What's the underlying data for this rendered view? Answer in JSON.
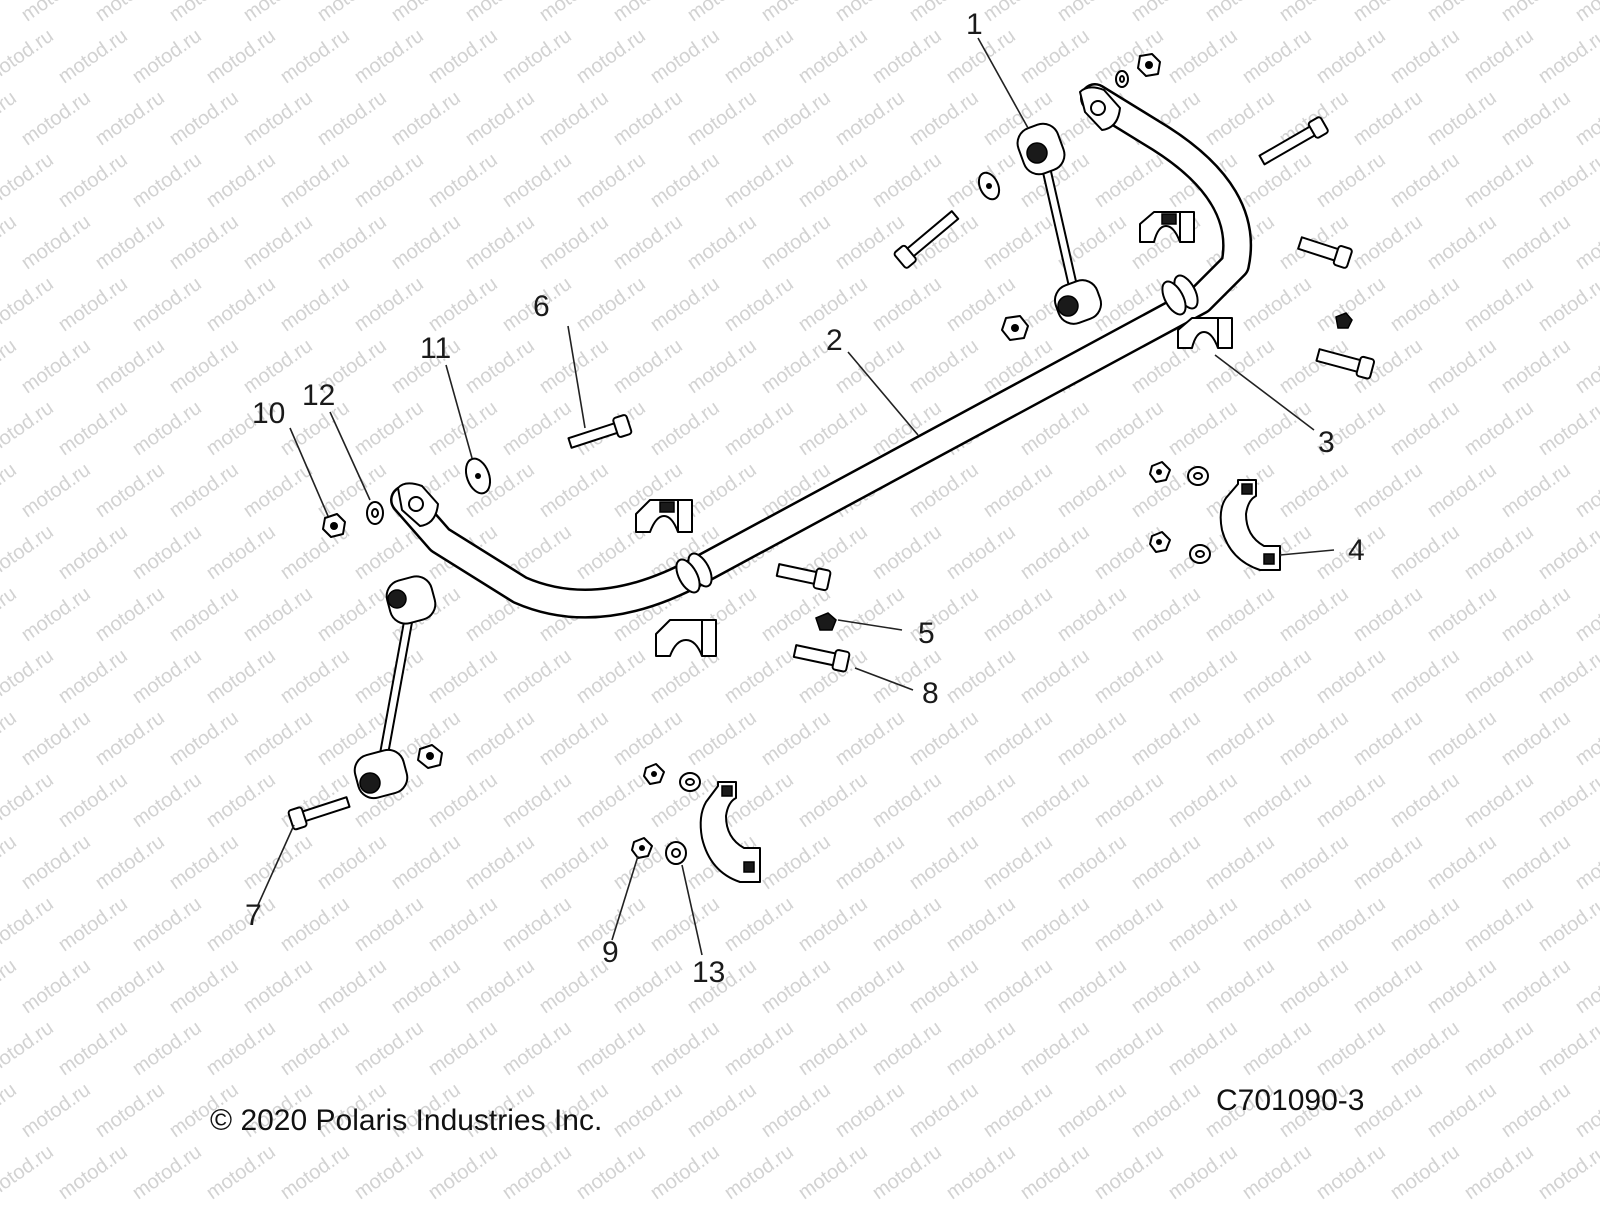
{
  "watermark": "motod.ru",
  "copyright": "© 2020 Polaris Industries Inc.",
  "drawing_number": "C701090-3",
  "callouts": [
    "1",
    "2",
    "3",
    "4",
    "5",
    "6",
    "7",
    "8",
    "9",
    "10",
    "11",
    "12",
    "13"
  ],
  "colors": {
    "line": "#000000",
    "watermark": "#c4c4c4",
    "background": "#ffffff"
  }
}
